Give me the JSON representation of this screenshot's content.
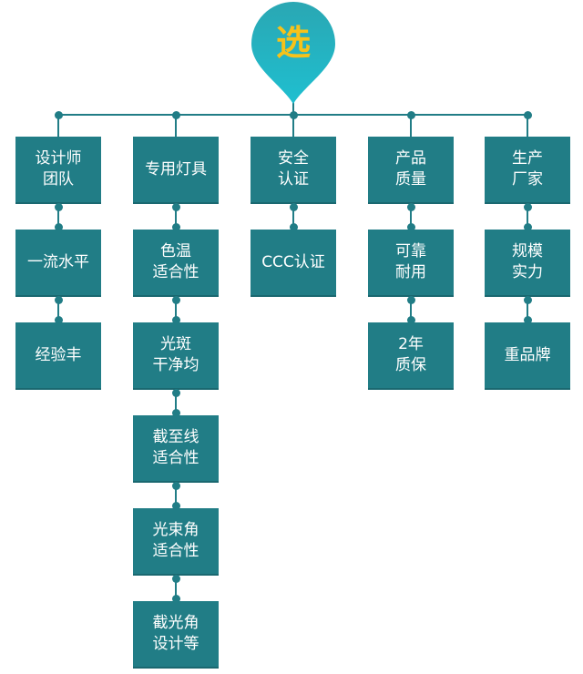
{
  "title": "选",
  "colors": {
    "box": "#217d86",
    "title_text": "#f6c21a",
    "pin_top": "#2aa7b3",
    "pin_bottom": "#1fbfd0"
  },
  "columns": [
    {
      "items": [
        "设计师\n团队",
        "一流水平",
        "经验丰"
      ]
    },
    {
      "items": [
        "专用灯具",
        "色温\n适合性",
        "光斑\n干净均",
        "截至线\n适合性",
        "光束角\n适合性",
        "截光角\n设计等"
      ]
    },
    {
      "items": [
        "安全\n认证",
        "CCC认证"
      ]
    },
    {
      "items": [
        "产品\n质量",
        "可靠\n耐用",
        "2年\n质保"
      ]
    },
    {
      "items": [
        "生产\n厂家",
        "规模\n实力",
        "重品牌"
      ]
    }
  ]
}
